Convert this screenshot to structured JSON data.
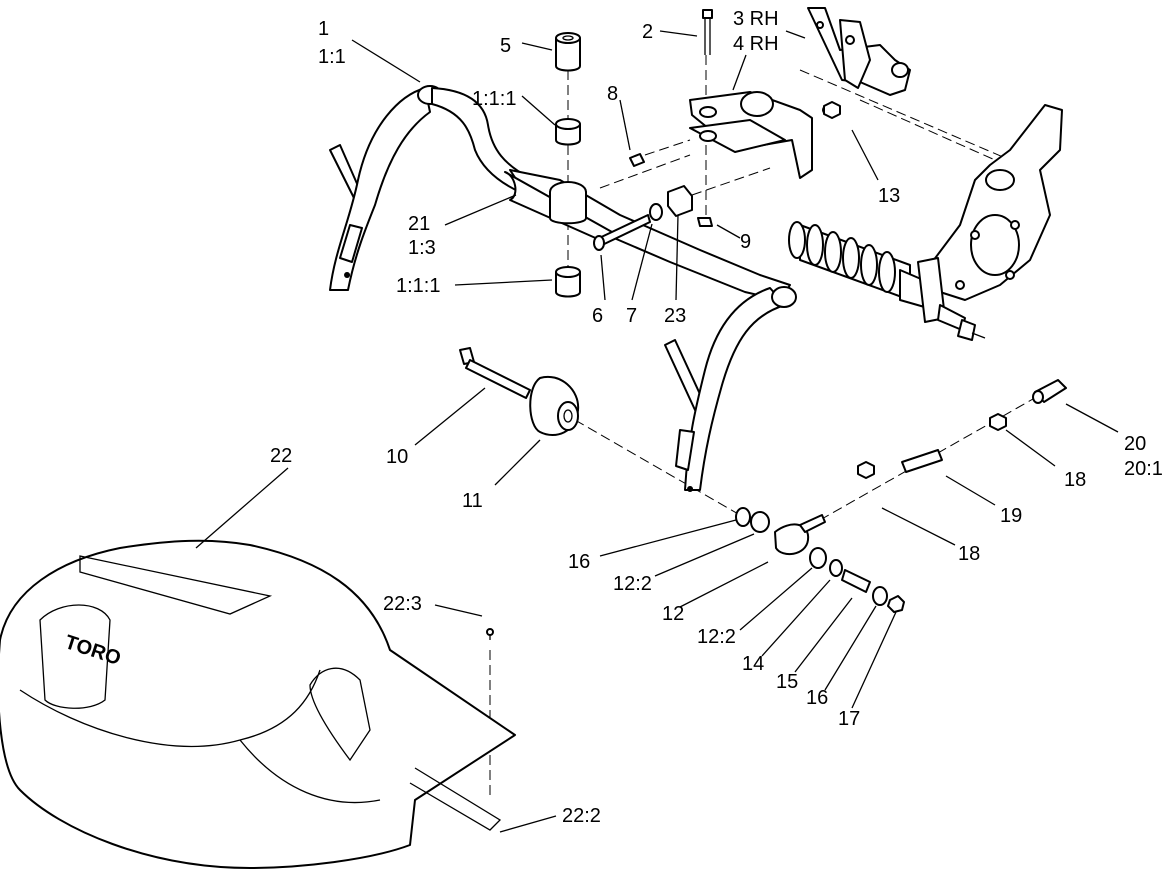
{
  "callouts": [
    {
      "id": "c1a",
      "text": "1"
    },
    {
      "id": "c1b",
      "text": "1:1"
    },
    {
      "id": "c5",
      "text": "5"
    },
    {
      "id": "c111a",
      "text": "1:1:1"
    },
    {
      "id": "c2",
      "text": "2"
    },
    {
      "id": "c3",
      "text": "3 RH"
    },
    {
      "id": "c4",
      "text": "4 RH"
    },
    {
      "id": "c8",
      "text": "8"
    },
    {
      "id": "c13",
      "text": "13"
    },
    {
      "id": "c21a",
      "text": "21"
    },
    {
      "id": "c21b",
      "text": "1:3"
    },
    {
      "id": "c9",
      "text": "9"
    },
    {
      "id": "c111b",
      "text": "1:1:1"
    },
    {
      "id": "c6",
      "text": "6"
    },
    {
      "id": "c7",
      "text": "7"
    },
    {
      "id": "c23",
      "text": "23"
    },
    {
      "id": "c10",
      "text": "10"
    },
    {
      "id": "c11",
      "text": "11"
    },
    {
      "id": "c22",
      "text": "22"
    },
    {
      "id": "c20a",
      "text": "20"
    },
    {
      "id": "c20b",
      "text": "20:1"
    },
    {
      "id": "c18a",
      "text": "18"
    },
    {
      "id": "c19",
      "text": "19"
    },
    {
      "id": "c18b",
      "text": "18"
    },
    {
      "id": "c16a",
      "text": "16"
    },
    {
      "id": "c122a",
      "text": "12:2"
    },
    {
      "id": "c12",
      "text": "12"
    },
    {
      "id": "c122b",
      "text": "12:2"
    },
    {
      "id": "c14",
      "text": "14"
    },
    {
      "id": "c15",
      "text": "15"
    },
    {
      "id": "c16b",
      "text": "16"
    },
    {
      "id": "c17",
      "text": "17"
    },
    {
      "id": "c223",
      "text": "22:3"
    },
    {
      "id": "c222",
      "text": "22:2"
    }
  ],
  "logo_text": "TORO"
}
